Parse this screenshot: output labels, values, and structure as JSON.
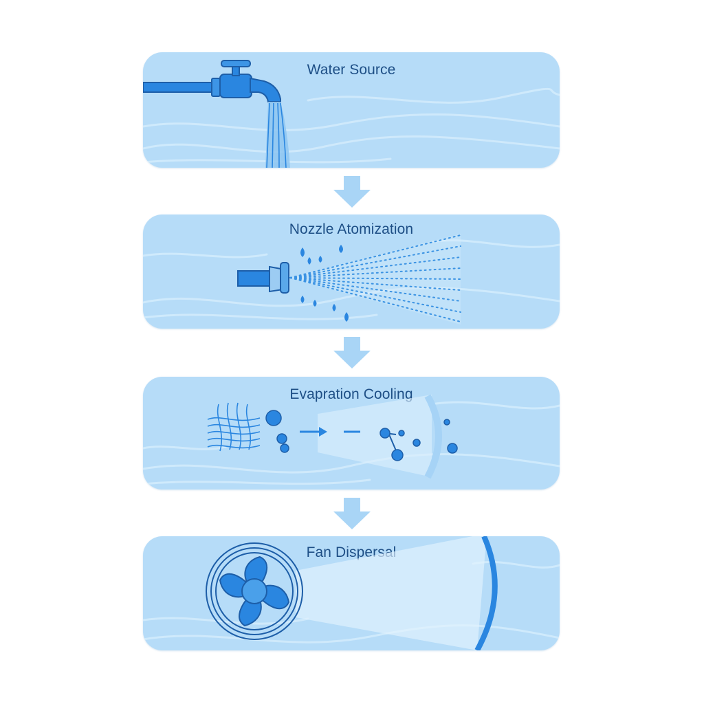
{
  "steps": [
    {
      "id": "water-source",
      "label": "Water Source"
    },
    {
      "id": "nozzle-atomization",
      "label": "Nozzle Atomization"
    },
    {
      "id": "evaporation-cooling",
      "label": "Evapration Cooling"
    },
    {
      "id": "fan-dispersal",
      "label": "Fan Dispersal"
    }
  ],
  "colors": {
    "panel": "#b6dcf8",
    "accent": "#2a86e0",
    "dark_line": "#1d5ea8",
    "title": "#1e4f86",
    "arrow": "#a9d5f6"
  },
  "icons": [
    "faucet-icon",
    "spray-nozzle-icon",
    "evaporation-molecules-icon",
    "fan-icon",
    "down-arrow-icon"
  ]
}
